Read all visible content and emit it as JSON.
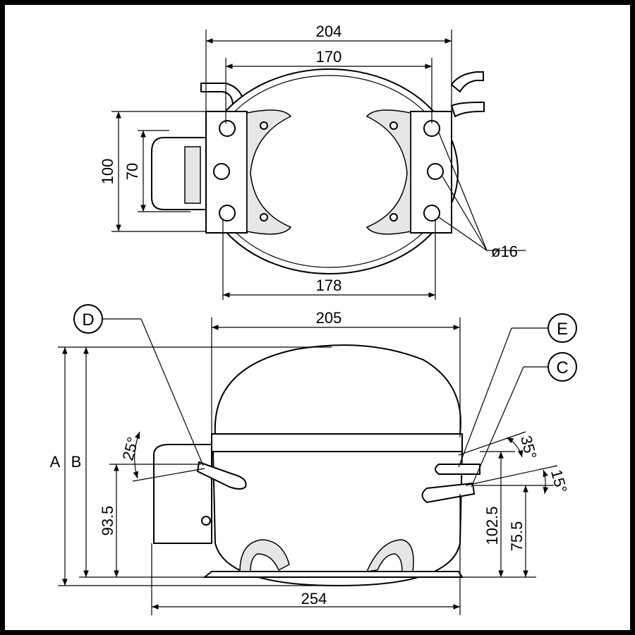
{
  "top_view": {
    "dim_overall_width": "204",
    "dim_inner_width": "170",
    "dim_base_width": "178",
    "dim_height_outer": "100",
    "dim_height_inner": "70",
    "dim_hole": "ø16"
  },
  "side_view": {
    "dim_body_width": "205",
    "dim_total_width": "254",
    "label_A": "A",
    "label_B": "B",
    "dim_D_height": "93.5",
    "dim_E_height": "102.5",
    "dim_C_height": "75.5",
    "angle_D": "25°",
    "angle_E": "35°",
    "angle_C": "15°",
    "callout_D": "D",
    "callout_E": "E",
    "callout_C": "C"
  }
}
